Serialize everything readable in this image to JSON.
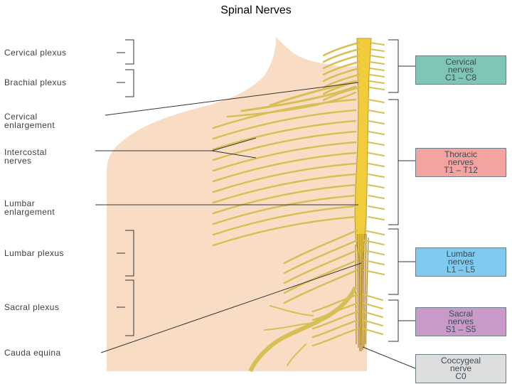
{
  "page": {
    "title": "Spinal Nerves"
  },
  "left_labels": {
    "cervical_plexus": "Cervical plexus",
    "brachial_plexus": "Brachial plexus",
    "cervical_enlargement_1": "Cervical",
    "cervical_enlargement_2": "enlargement",
    "intercostal_1": "Intercostal",
    "intercostal_2": "nerves",
    "lumbar_enlargement_1": "Lumbar",
    "lumbar_enlargement_2": "enlargement",
    "lumbar_plexus": "Lumbar plexus",
    "sacral_plexus": "Sacral plexus",
    "cauda_equina": "Cauda equina"
  },
  "right_boxes": [
    {
      "line1": "Cervical",
      "line2": "nerves",
      "line3": "C1 – C8",
      "color": "#7fc6b7"
    },
    {
      "line1": "Thoracic",
      "line2": "nerves",
      "line3": "T1 – T12",
      "color": "#f4a3a0"
    },
    {
      "line1": "Lumbar",
      "line2": "nerves",
      "line3": "L1 – L5",
      "color": "#7fcaf0"
    },
    {
      "line1": "Sacral",
      "line2": "nerves",
      "line3": "S1 – S5",
      "color": "#c99ac8"
    },
    {
      "line1": "Coccygeal",
      "line2": "nerve",
      "line3": "C0",
      "color": "#dedede"
    }
  ],
  "colors": {
    "skin": "#f8dcc4",
    "nerve": "#d8bf55",
    "cord": "#f1cd3b"
  }
}
